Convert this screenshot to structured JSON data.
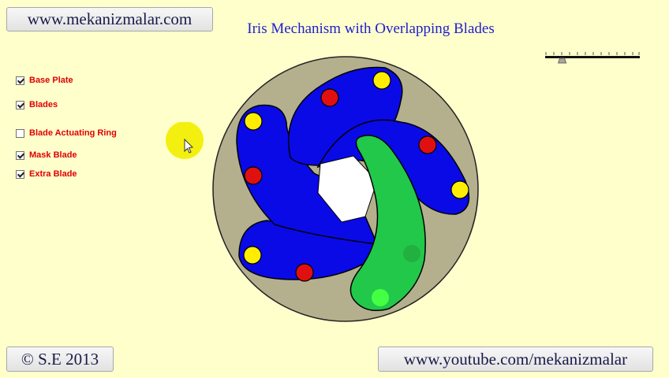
{
  "header": {
    "site_link": "www.mekanizmalar.com",
    "title": "Iris Mechanism with Overlapping Blades"
  },
  "options": [
    {
      "label": "Base Plate",
      "checked": true
    },
    {
      "label": "Blades",
      "checked": true
    },
    {
      "label": "Blade Actuating Ring",
      "checked": false
    },
    {
      "label": "Mask Blade",
      "checked": true
    },
    {
      "label": "Extra Blade",
      "checked": true
    }
  ],
  "slider": {
    "value": 0.18
  },
  "footer": {
    "copyright": "© S.E 2013",
    "youtube_link": "www.youtube.com/mekanizmalar"
  },
  "colors": {
    "base_plate": "#b4b08e",
    "blade": "#0a0ae6",
    "mask_blade": "#22c84a",
    "pin_red": "#e01010",
    "pin_yellow": "#ffee00"
  }
}
